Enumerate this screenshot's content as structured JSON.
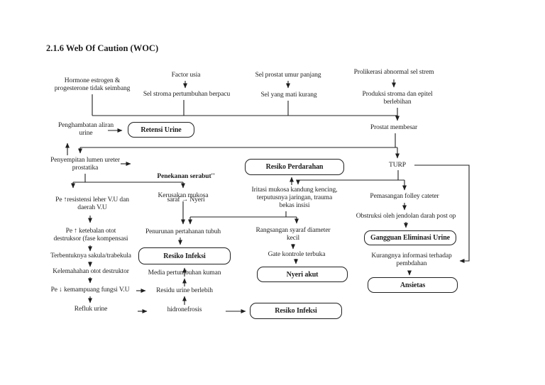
{
  "title": "2.1.6 Web Of Caution (WOC)",
  "nodes": {
    "hormone": "Hormone estrogen &\nprogesterone tidak seimbang",
    "factor_usia": "Factor usia",
    "sel_stroma": "Sel stroma pertumbuhan berpacu",
    "sel_prostat": "Sel prostat umur panjang",
    "sel_mati": "Sel yang mati kurang",
    "prolikerasi": "Prolikerasi abnormal sel strem",
    "produksi": "Produksi stroma dan epitel\nberlebihan",
    "prostat_membesar": "Prostat membesar",
    "penghambatan": "Penghambatan aliran\nurine",
    "penyempitan": "Penyempitan lumen ureter\nprostatika",
    "turp": "TURP",
    "iritasi": "Iritasi mukosa kandung kencing,\nterputusnya jaringan, trauma\nbekas insisi",
    "pemasangan": "Pemasangan folley cateter",
    "obstruksi": "Obstruksi oleh jendolan darah post op",
    "kurangnya": "Kurangnya informasi terhadap\npembdahan",
    "kerusakan": "Kerusakan mukosa",
    "pe_resistensi": "Pe ↑resistensi leher V.U dan\ndaerah V.U",
    "pe_ketebalan": "Pe ↑ ketebalan otot\ndestruksor (fase kompensasi",
    "terbentuknya": "Terbentuknya sakula/trabekula",
    "kelemahahan": "Kelemahahan otot destruktor",
    "pe_kemampuang": "Pe ↓ kemampuang fungsi V.U",
    "refluk": "Refluk urine",
    "penurunan": "Penurunan pertahanan tubuh",
    "media": "Media pertumbuhan kuman",
    "residu": "Residu urine berlebih",
    "hidronefrosis": "hidronefrosis",
    "rangsangan": "Rangsangan syaraf diameter\nkecil",
    "gate": "Gate kontrole terbuka"
  },
  "penekanan": {
    "line1": "Penekanan serabut''",
    "line2": "saraf → Nyeri"
  },
  "boxes": {
    "retensi_urine": "Retensi Urine",
    "resiko_perdarahan": "Resiko Perdarahan",
    "resiko_infeksi_mid": "Resiko Infeksi",
    "nyeri_akut": "Nyeri akut",
    "gangguan_eliminasi": "Gangguan Eliminasi Urine",
    "ansietas": "Ansietas",
    "resiko_infeksi_bottom": "Resiko Infeksi"
  },
  "colors": {
    "ink": "#1f1f1f",
    "page_background": "#ffffff"
  }
}
